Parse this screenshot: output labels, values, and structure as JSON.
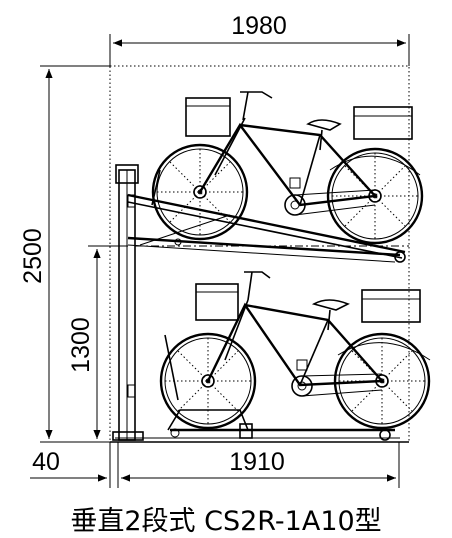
{
  "dimensions": {
    "total_width": "1980",
    "total_height": "2500",
    "upper_tier_height": "1300",
    "base_offset": "40",
    "base_width": "1910"
  },
  "caption": "垂直2段式 CS2R-1A10型"
}
